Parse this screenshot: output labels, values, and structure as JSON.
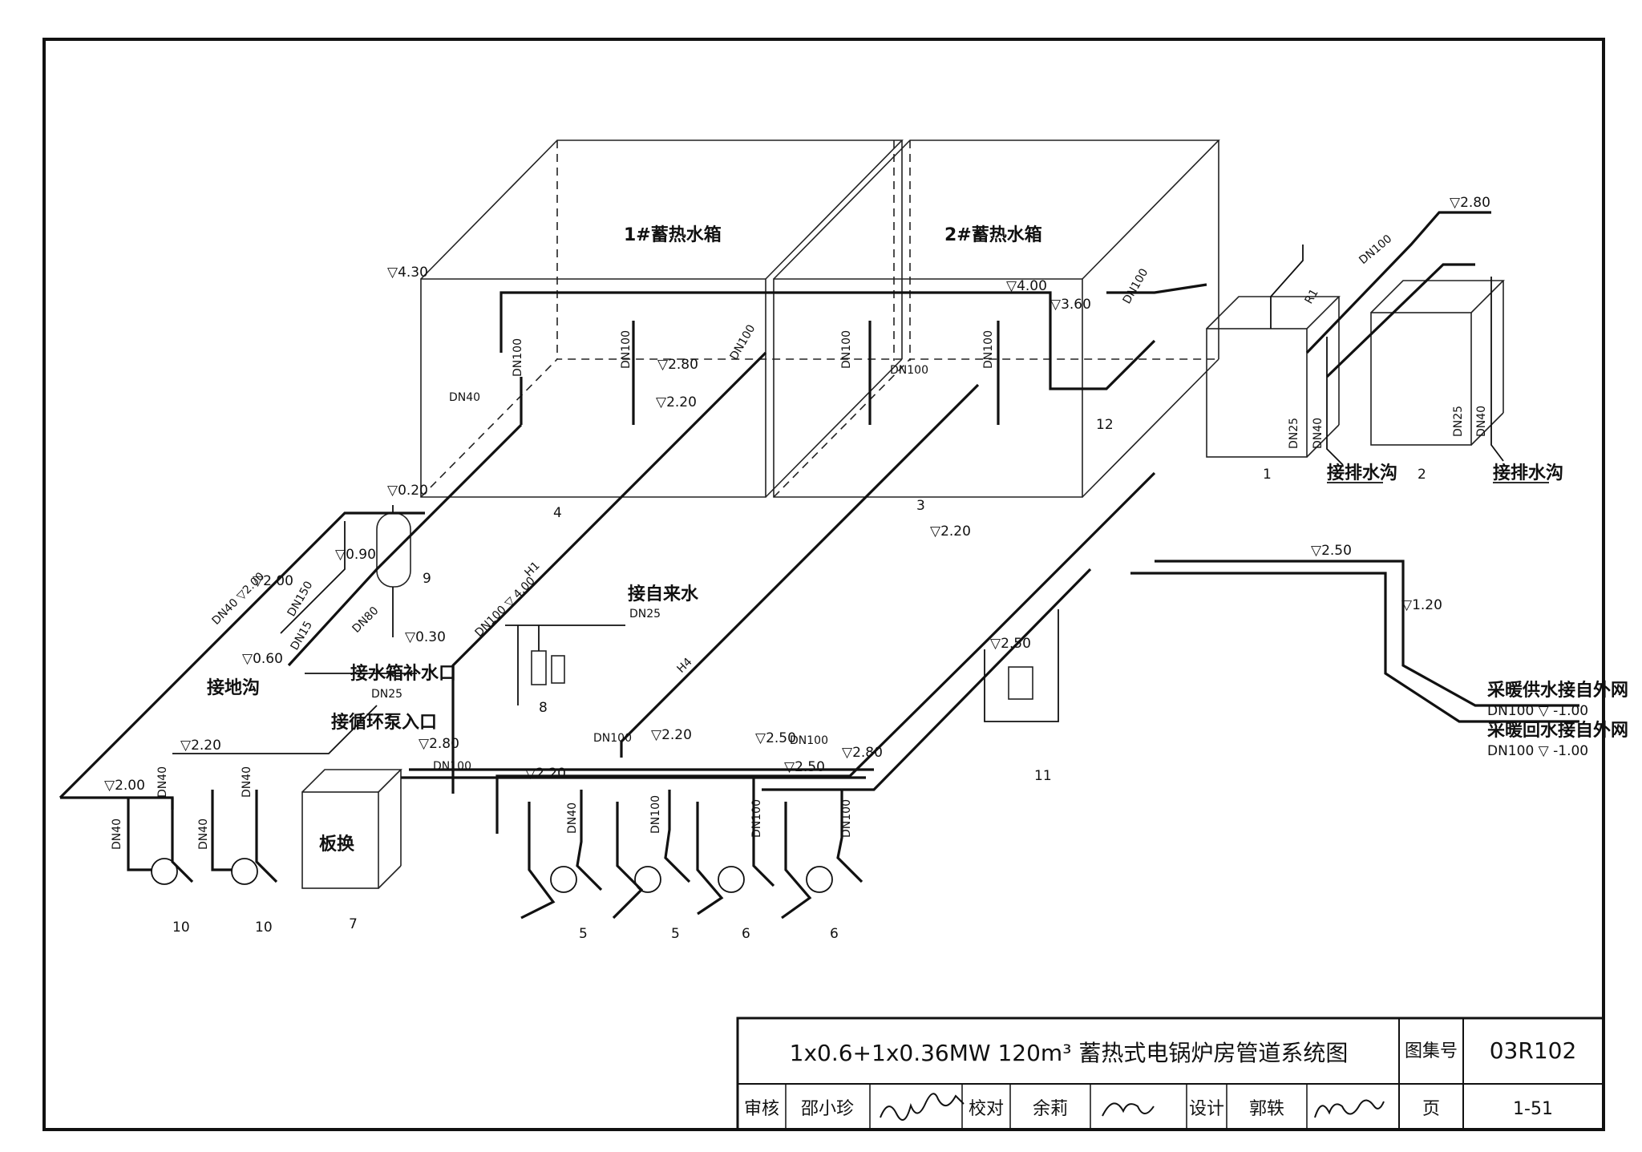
{
  "tanks": {
    "tank1_label": "1#蓄热水箱",
    "tank2_label": "2#蓄热水箱"
  },
  "equipment": {
    "plate_hx": "板换"
  },
  "elevations": {
    "e430": "4.30",
    "e400": "4.00",
    "e360": "3.60",
    "e280a": "2.80",
    "e280b": "2.80",
    "e280c": "2.80",
    "e280d": "2.80",
    "e220a": "2.20",
    "e220b": "2.20",
    "e220c": "2.20",
    "e220d": "2.20",
    "e220e": "2.20",
    "e200a": "2.00",
    "e200b": "2.00",
    "e250a": "2.50",
    "e250b": "2.50",
    "e250c": "2.50",
    "e250d": "2.50",
    "e120": "1.20",
    "e090": "0.90",
    "e060": "0.60",
    "e030": "0.30",
    "e020": "0.20"
  },
  "pipe_sizes": {
    "dn100_a": "DN100",
    "dn100_b": "DN100",
    "dn100_c": "DN100",
    "dn100_d": "DN100",
    "dn100_e": "DN100",
    "dn100_f": "DN100",
    "dn100_g": "DN100",
    "dn100_h": "DN100",
    "dn100_i": "DN100",
    "dn100_j": "DN100",
    "dn100_k": "DN100",
    "dn100_l": "DN100",
    "dn100_m": "DN100",
    "dn100_n": "DN100",
    "dn40_a": "DN40",
    "dn40_b": "DN40",
    "dn40_c": "DN40",
    "dn40_d": "DN40",
    "dn40_e": "DN40",
    "dn40_f": "DN40",
    "dn40_g": "DN40",
    "dn40_h": "DN40",
    "dn25_a": "DN25",
    "dn25_b": "DN25",
    "dn25_c": "DN25",
    "dn25_d": "DN25",
    "dn80": "DN80",
    "dn15": "DN15",
    "dn100_400": "DN100 ▽ 4.00",
    "dn40_200": "DN40  ▽2.00",
    "dn150": "DN150",
    "h1": "H1",
    "h4": "H4",
    "r1": "R1"
  },
  "annotations": {
    "to_drain_trench_1": "接排水沟",
    "to_drain_trench_2": "接排水沟",
    "to_floor_trench": "接地沟",
    "from_tap_water": "接自来水",
    "tank_makeup_inlet": "接水箱补水口",
    "to_circ_pump_inlet": "接循环泵入口",
    "heating_supply": "采暖供水接自外网",
    "heating_supply_dn": "DN100 ▽ -1.00",
    "heating_return": "采暖回水接自外网",
    "heating_return_dn": "DN100 ▽ -1.00"
  },
  "tags": {
    "t1": "1",
    "t2": "2",
    "t3": "3",
    "t4": "4",
    "t5a": "5",
    "t5b": "5",
    "t6a": "6",
    "t6b": "6",
    "t7": "7",
    "t8": "8",
    "t9": "9",
    "t10a": "10",
    "t10b": "10",
    "t11": "11",
    "t12": "12"
  },
  "title_block": {
    "drawing_title": "1x0.6+1x0.36MW  120m³  蓄热式电锅炉房管道系统图",
    "atlas_no_label": "图集号",
    "atlas_no": "03R102",
    "reviewer_label": "审核",
    "reviewer": "邵小珍",
    "checker_label": "校对",
    "checker": "余莉",
    "designer_label": "设计",
    "designer": "郭轶",
    "page_label": "页",
    "page": "1-51"
  }
}
